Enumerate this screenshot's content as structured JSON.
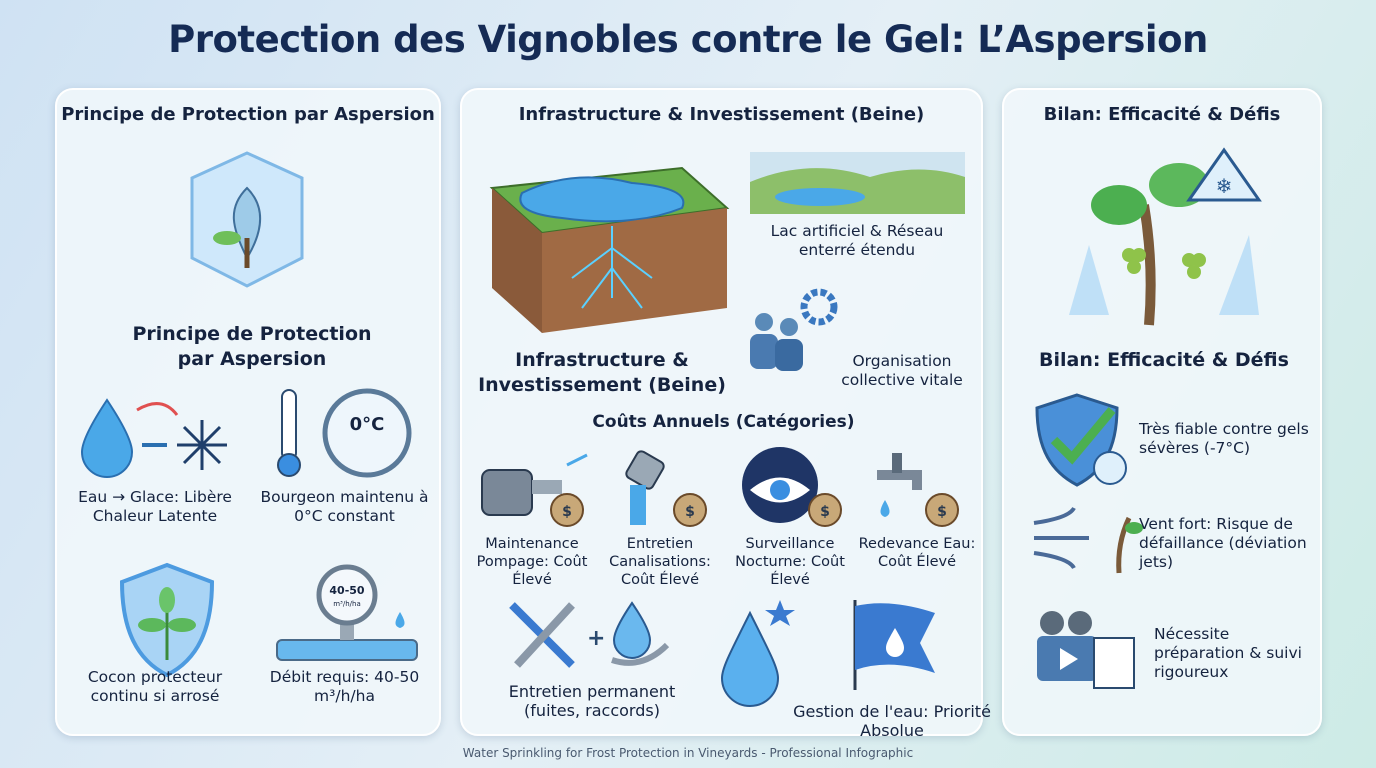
{
  "title": "Protection des Vignobles contre le Gel: L’Aspersion",
  "left": {
    "header": "Principe de Protection par Aspersion",
    "subtitle": "Principe de Protection par Aspersion",
    "items": [
      {
        "label": "Eau → Glace: Libère Chaleur Latente",
        "icon": "water-to-ice-icon"
      },
      {
        "label": "Bourgeon maintenu à 0°C constant",
        "icon": "thermometer-gauge-icon",
        "gauge": "0°C"
      },
      {
        "label": "Cocon protecteur continu si arrosé",
        "icon": "shield-plant-icon"
      },
      {
        "label": "Débit requis: 40-50 m³/h/ha",
        "icon": "flow-meter-icon",
        "gauge": "40-50",
        "gauge_unit": "m³/h/ha"
      }
    ]
  },
  "middle": {
    "header": "Infrastructure & Investissement (Beine)",
    "subtitle": "Infrastructure & Investissement (Beine)",
    "lake": "Lac artificiel & Réseau enterré étendu",
    "org": "Organisation collective vitale",
    "costs_title": "Coûts Annuels (Catégories)",
    "costs": [
      {
        "label": "Maintenance Pompage: Coût Élevé",
        "icon": "pump-icon"
      },
      {
        "label": "Entretien Canalisations: Coût Élevé",
        "icon": "pipe-icon"
      },
      {
        "label": "Surveillance Nocturne: Coût Élevé",
        "icon": "night-eye-icon"
      },
      {
        "label": "Redevance Eau: Coût Élevé",
        "icon": "faucet-icon"
      }
    ],
    "bottom": [
      {
        "label": "Entretien permanent (fuites, raccords)",
        "icon": "tools-icon"
      },
      {
        "label": "Gestion de l'eau: Priorité Absolue",
        "icon": "flag-icon"
      }
    ]
  },
  "right": {
    "header": "Bilan: Efficacité & Défis",
    "subtitle": "Bilan: Efficacité & Défis",
    "items": [
      {
        "label": "Très fiable contre gels sévères (-7°C)",
        "icon": "shield-check-icon"
      },
      {
        "label": "Vent fort: Risque de défaillance (déviation jets)",
        "icon": "wind-icon"
      },
      {
        "label": "Nécessite préparation & suivi rigoureux",
        "icon": "camera-notes-icon"
      }
    ]
  },
  "footer": "Water Sprinkling for Frost Protection in Vineyards - Professional Infographic",
  "colors": {
    "title": "#152b55",
    "water": "#3a9ae0",
    "plant": "#4caf50"
  }
}
